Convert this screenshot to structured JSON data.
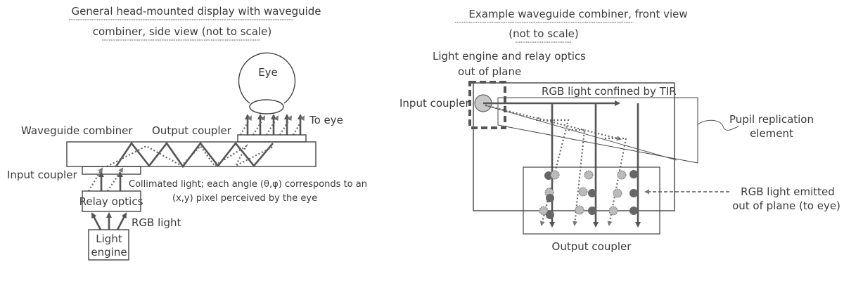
{
  "left_diagram": {
    "title_line1": "General head-mounted display with waveguide",
    "title_line2": "combiner, side view (not to scale)",
    "eye_label": "Eye",
    "to_eye_label": "To eye",
    "waveguide_label": "Waveguide combiner",
    "output_coupler_label": "Output coupler",
    "input_coupler_label": "Input coupler",
    "collimated_line1": "Collimated light; each angle (θ,φ) corresponds to an",
    "collimated_line2": "(x,y) pixel perceived by the eye",
    "relay_label": "Relay optics",
    "rgb_label": "RGB light",
    "engine_line1": "Light",
    "engine_line2": "engine"
  },
  "right_diagram": {
    "title_line1": "Example waveguide combiner, front view",
    "title_line2": "(not to scale)",
    "engine_line1": "Light engine and relay optics",
    "engine_line2": "out of plane",
    "input_coupler_label": "Input coupler",
    "tir_label": "RGB light confined by TIR",
    "pupil_line1": "Pupil replication",
    "pupil_line2": "element",
    "emitted_line1": "RGB light emitted",
    "emitted_line2": "out of plane (to eye)",
    "output_coupler_label": "Output coupler"
  }
}
